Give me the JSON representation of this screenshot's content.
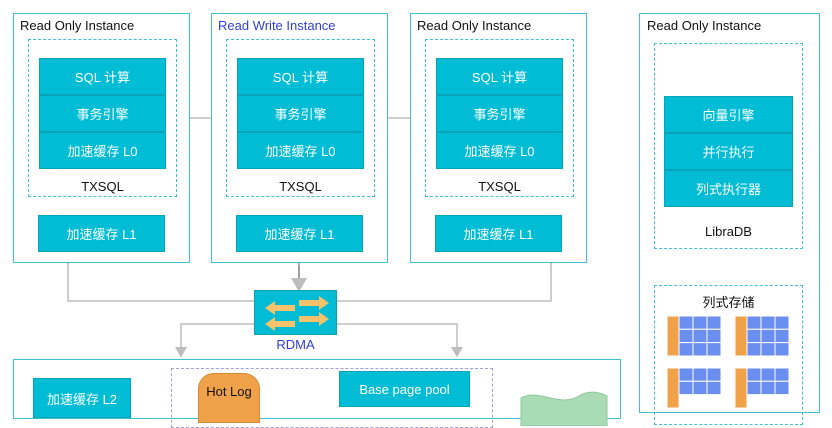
{
  "instances": [
    {
      "title": "Read Only Instance",
      "cells": [
        "SQL 计算",
        "事务引擎",
        "加速缓存 L0"
      ],
      "engine": "TXSQL",
      "cache_l1": "加速缓存 L1"
    },
    {
      "title": "Read Write Instance",
      "cells": [
        "SQL 计算",
        "事务引擎",
        "加速缓存 L0"
      ],
      "engine": "TXSQL",
      "cache_l1": "加速缓存 L1"
    },
    {
      "title": "Read Only Instance",
      "cells": [
        "SQL 计算",
        "事务引擎",
        "加速缓存 L0"
      ],
      "engine": "TXSQL",
      "cache_l1": "加速缓存 L1"
    }
  ],
  "libra": {
    "title": "Read Only Instance",
    "cells": [
      "向量引擎",
      "并行执行",
      "列式执行器"
    ],
    "engine": "LibraDB",
    "storage_title": "列式存储"
  },
  "rdma": {
    "label": "RDMA"
  },
  "storage": {
    "cache_l2": "加速缓存 L2",
    "hot_log": "Hot Log",
    "base_page_pool": "Base page pool"
  },
  "colors": {
    "teal": "#00bcd4",
    "border": "#3ec0d6",
    "rw_title": "#2f3fd4",
    "orange": "#f0a24a",
    "blue_grid": "#6a8ff0"
  }
}
